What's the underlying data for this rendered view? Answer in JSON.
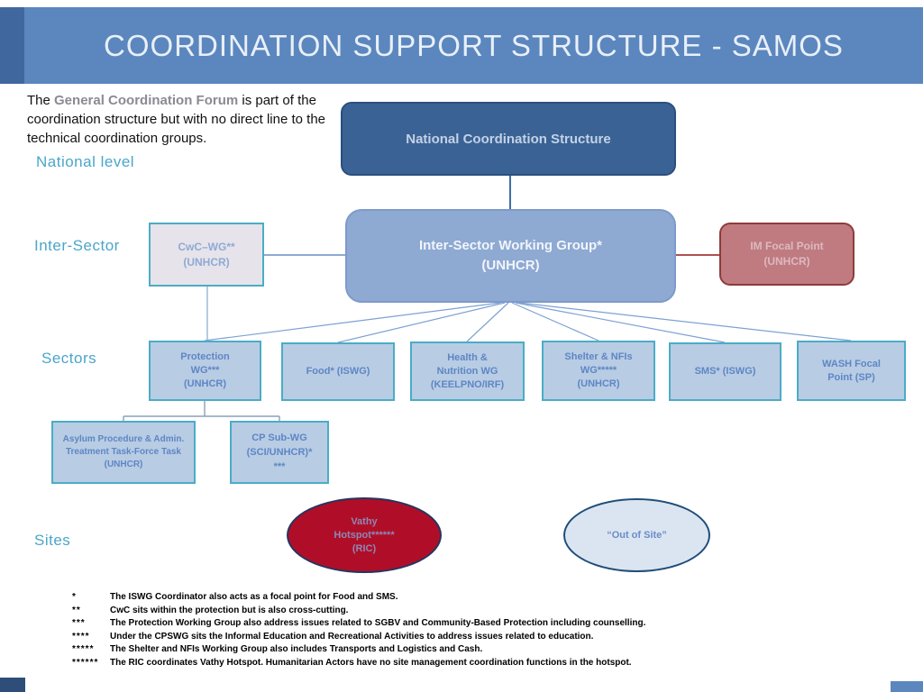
{
  "title": "COORDINATION SUPPORT STRUCTURE - SAMOS",
  "intro": {
    "pre": "The ",
    "highlight": "General Coordination Forum",
    "post": " is part of the coordination structure but with no direct line to the technical coordination groups."
  },
  "level_labels": {
    "national": "National level",
    "inter_sector": "Inter-Sector",
    "sectors": "Sectors",
    "sites": "Sites"
  },
  "nodes": {
    "national": {
      "l1": "National Coordination Structure"
    },
    "iswg": {
      "l1": "Inter-Sector Working Group*",
      "l2": "(UNHCR)"
    },
    "cwc": {
      "l1": "CwC–WG**",
      "l2": "(UNHCR)"
    },
    "im_focal": {
      "l1": "IM  Focal Point",
      "l2": "(UNHCR)"
    },
    "asylum": {
      "l1": "Asylum Procedure & Admin.",
      "l2": "Treatment Task-Force Task",
      "l3": "(UNHCR)"
    },
    "cp_sub_wg": {
      "l1": "CP Sub-WG",
      "l2": "(SCI/UNHCR)*",
      "l3": "***"
    },
    "vathy": {
      "l1": "Vathy",
      "l2": "Hotspot******",
      "l3": "(RIC)"
    },
    "out_of_site": {
      "l1": "“Out of Site”"
    }
  },
  "sectors": [
    {
      "l1": "Protection",
      "l2": "WG***",
      "l3": "(UNHCR)"
    },
    {
      "l1": "Food* (ISWG)",
      "l2": "",
      "l3": ""
    },
    {
      "l1": "Health &",
      "l2": "Nutrition WG",
      "l3": "(KEELPNO/IRF)"
    },
    {
      "l1": "Shelter & NFIs",
      "l2": "WG*****",
      "l3": "(UNHCR)"
    },
    {
      "l1": "SMS* (ISWG)",
      "l2": "",
      "l3": ""
    },
    {
      "l1": "WASH Focal",
      "l2": "Point (SP)",
      "l3": ""
    }
  ],
  "footnotes": [
    {
      "mark": "*",
      "text": "The ISWG Coordinator also acts as a focal point for Food and SMS."
    },
    {
      "mark": "**",
      "text": "CwC sits within the protection but is also cross-cutting."
    },
    {
      "mark": "***",
      "text": "The Protection Working Group also address issues related to SGBV and Community-Based Protection including counselling."
    },
    {
      "mark": "****",
      "text": "Under the CPSWG sits the Informal Education and Recreational Activities to address issues related to education."
    },
    {
      "mark": "*****",
      "text": "The Shelter and NFIs Working Group also includes Transports and Logistics and Cash."
    },
    {
      "mark": "******",
      "text": "The RIC coordinates Vathy Hotspot. Humanitarian Actors have no site management coordination functions in the hotspot."
    }
  ],
  "colors": {
    "banner": "#5b87be",
    "banner_left_strip": "#40689e",
    "national_box": "#3a6295",
    "iswg_box": "#8ea9d2",
    "teal_border": "#4bacc6",
    "sector_fill": "#b8cce4",
    "im_fill": "#bf7b80",
    "im_border": "#8e3b3b",
    "vathy_fill": "#b00e28",
    "out_of_site_fill": "#dbe5f1",
    "navy_border": "#1f4e79",
    "level_label": "#4ba6c9",
    "red_connector": "#b05050",
    "blue_connector": "#7da1d4"
  }
}
